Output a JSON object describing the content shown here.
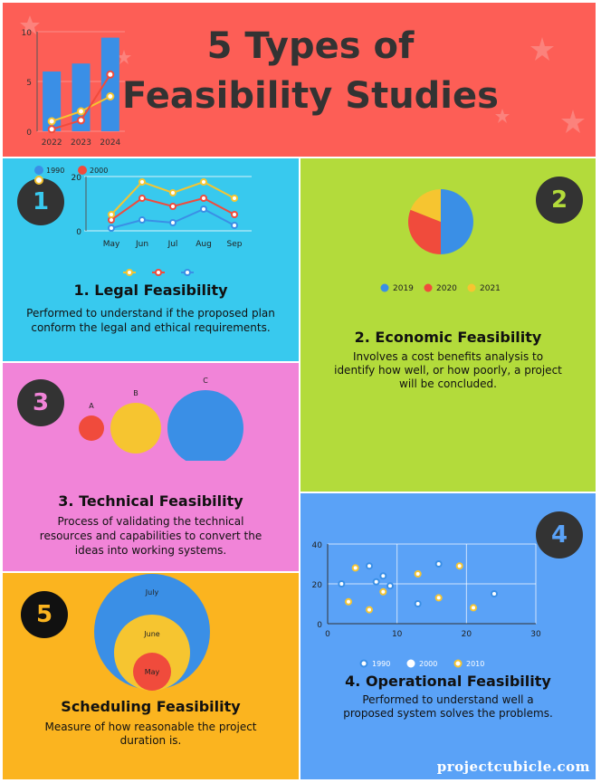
{
  "header": {
    "title_line1": "5 Types of",
    "title_line2": "Feasibility Studies",
    "chart": {
      "type": "bar",
      "categories": [
        "2022",
        "2023",
        "2024"
      ],
      "y_ticks": [
        "0",
        "5",
        "10"
      ],
      "ylim": [
        0,
        10
      ],
      "bars": [
        6,
        6.8,
        9.4
      ],
      "line_a": [
        1,
        2,
        3.5
      ],
      "line_b": [
        0.2,
        1.1,
        5.7
      ],
      "colors": {
        "bar": "#3a8fe6",
        "line_a": "#f6c530",
        "line_b": "#f04b3c"
      }
    }
  },
  "panels": {
    "legal": {
      "number": "1",
      "title": "1. Legal Feasibility",
      "desc_line1": "Performed to understand if the proposed plan",
      "desc_line2": "conform the legal and ethical requirements.",
      "number_color": "#38c9ee"
    },
    "economic": {
      "number": "2",
      "title": "2. Economic Feasibility",
      "desc_line1": "Involves a cost benefits analysis to",
      "desc_line2": "identify how well, or how poorly, a project",
      "desc_line3": "will be concluded.",
      "number_color": "#b3db3b"
    },
    "technical": {
      "number": "3",
      "title": "3. Technical Feasibility",
      "desc_line1": "Process of validating the technical",
      "desc_line2": "resources and capabilities to convert the",
      "desc_line3": "ideas into working systems.",
      "number_color": "#f184d8"
    },
    "operational": {
      "number": "4",
      "title": "4. Operational Feasibility",
      "desc_line1": "Performed to understand well a",
      "desc_line2": "proposed system solves the problems.",
      "number_color": "#5aa2f7"
    },
    "scheduling": {
      "number": "5",
      "title": "Scheduling Feasibility",
      "desc_line1": "Measure of how reasonable the project",
      "desc_line2": "duration is.",
      "number_color": "#fbb41f"
    }
  },
  "chart_data": [
    {
      "type": "line",
      "categories": [
        "May",
        "Jun",
        "Jul",
        "Aug",
        "Sep"
      ],
      "y_ticks": [
        "0",
        "20"
      ],
      "ylim": [
        0,
        20
      ],
      "series": [
        {
          "name": "1990",
          "values": [
            1,
            4,
            3,
            8,
            2
          ],
          "color": "#3a8fe6"
        },
        {
          "name": "2000",
          "values": [
            4,
            12,
            9,
            12,
            6
          ],
          "color": "#f04b3c"
        },
        {
          "name": "",
          "values": [
            6,
            18,
            14,
            18,
            12
          ],
          "color": "#f6c530"
        }
      ]
    },
    {
      "type": "pie",
      "slices": [
        {
          "name": "2019",
          "value": 50,
          "color": "#3a8fe6"
        },
        {
          "name": "2020",
          "value": 31,
          "color": "#f04b3c"
        },
        {
          "name": "2021",
          "value": 19,
          "color": "#f6c530"
        }
      ]
    },
    {
      "type": "bubble",
      "items": [
        {
          "label": "A",
          "value": 14,
          "color": "#f04b3c"
        },
        {
          "label": "B",
          "value": 28,
          "color": "#f6c530"
        },
        {
          "label": "C",
          "value": 42,
          "color": "#3a8fe6"
        }
      ]
    },
    {
      "type": "scatter",
      "x_ticks": [
        "0",
        "10",
        "20",
        "30"
      ],
      "y_ticks": [
        "0",
        "20",
        "40"
      ],
      "xlim": [
        0,
        30
      ],
      "ylim": [
        0,
        40
      ],
      "series": [
        {
          "name": "1990",
          "color": "#3a8fe6",
          "points": [
            [
              2,
              20
            ],
            [
              6,
              29
            ],
            [
              7,
              21
            ],
            [
              8,
              24
            ],
            [
              9,
              19
            ],
            [
              13,
              10
            ],
            [
              16,
              30
            ],
            [
              24,
              15
            ]
          ]
        },
        {
          "name": "2000",
          "color": "#ffffff",
          "points": []
        },
        {
          "name": "2010",
          "color": "#f6c530",
          "points": [
            [
              3,
              11
            ],
            [
              4,
              28
            ],
            [
              6,
              7
            ],
            [
              8,
              16
            ],
            [
              13,
              25
            ],
            [
              16,
              13
            ],
            [
              19,
              29
            ],
            [
              21,
              8
            ]
          ]
        }
      ]
    },
    {
      "type": "nested_circles",
      "items": [
        {
          "label": "July",
          "color": "#3a8fe6"
        },
        {
          "label": "June",
          "color": "#f6c530"
        },
        {
          "label": "May",
          "color": "#f04b3c"
        }
      ]
    }
  ],
  "footer": {
    "brand": "projectcubicle.com"
  }
}
